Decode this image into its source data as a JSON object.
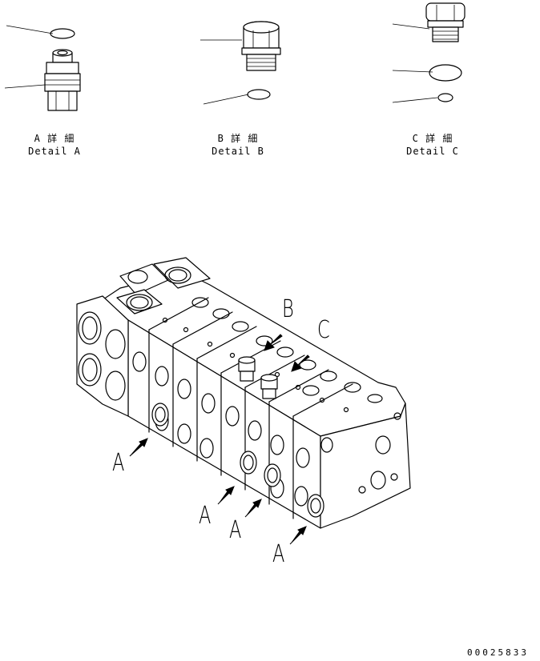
{
  "details": [
    {
      "id": "A",
      "jp": "A 詳 細",
      "en": "Detail A"
    },
    {
      "id": "B",
      "jp": "B 詳 細",
      "en": "Detail B"
    },
    {
      "id": "C",
      "jp": "C 詳 細",
      "en": "Detail C"
    }
  ],
  "callouts": {
    "a1": "A",
    "a2": "A",
    "a3": "A",
    "a4": "A",
    "b": "B",
    "c": "C"
  },
  "drawing_number": "00025833"
}
